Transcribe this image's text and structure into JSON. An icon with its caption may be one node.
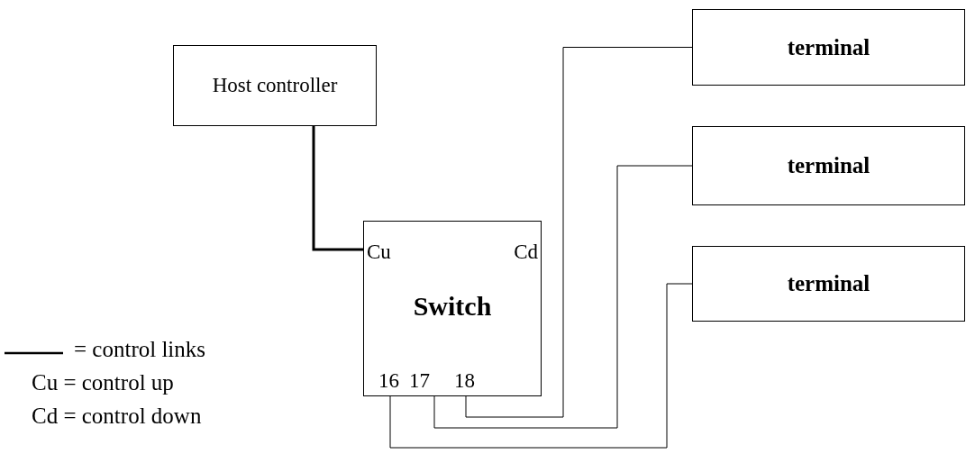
{
  "diagram": {
    "nodes": [
      {
        "text": [
          "Host controller"
        ]
      },
      {
        "text": [
          "Cu",
          "Cd",
          "Switch",
          "16",
          "17",
          "18"
        ]
      },
      {
        "text": [
          "terminal"
        ]
      },
      {
        "text": [
          "terminal"
        ]
      },
      {
        "text": [
          "terminal"
        ]
      }
    ],
    "edges": [
      {
        "from": 0,
        "to": 1,
        "arrow": "none",
        "style": "thick"
      },
      {
        "from": 1,
        "to": 2,
        "arrow": "none"
      },
      {
        "from": 1,
        "to": 3,
        "arrow": "none"
      },
      {
        "from": 1,
        "to": 4,
        "arrow": "none"
      }
    ],
    "labels": [
      "Cu = control up",
      "Cd = control down"
    ],
    "legend": [
      {
        "text": "= control links"
      }
    ]
  }
}
